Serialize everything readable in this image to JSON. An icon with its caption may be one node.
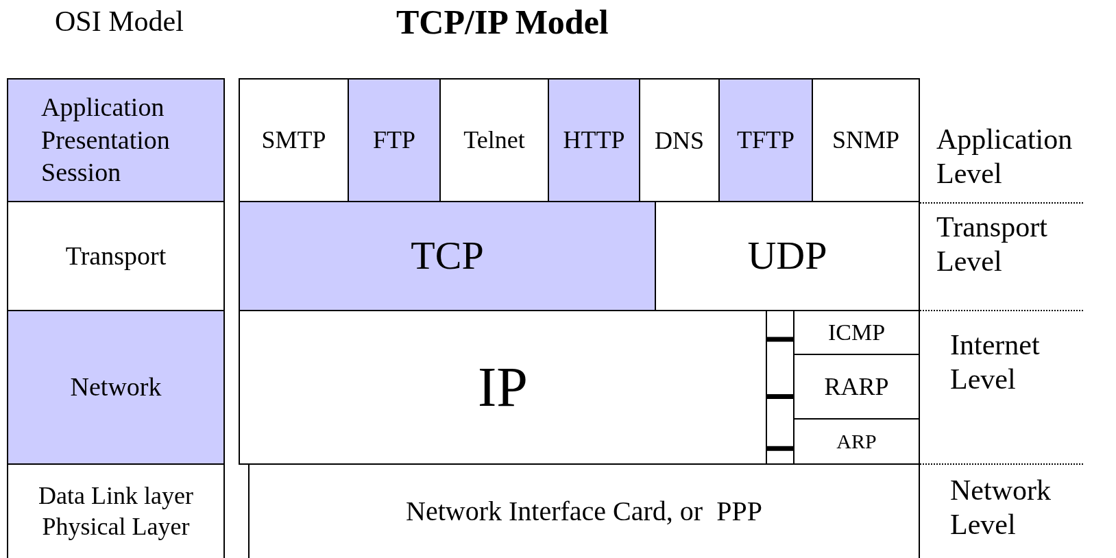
{
  "diagram": {
    "title": "TCP/IP Model",
    "nodes": [
      {
        "text": [
          "Application",
          "Presentation",
          "Session"
        ]
      },
      {
        "text": [
          "Transport"
        ]
      },
      {
        "text": [
          "Network"
        ]
      },
      {
        "text": [
          "Data Link layer",
          "Physical Layer"
        ]
      },
      {
        "text": [
          "SMTP"
        ]
      },
      {
        "text": [
          "FTP"
        ]
      },
      {
        "text": [
          "Telnet"
        ]
      },
      {
        "text": [
          "HTTP"
        ]
      },
      {
        "text": [
          "DNS"
        ]
      },
      {
        "text": [
          "TFTP"
        ]
      },
      {
        "text": [
          "SNMP"
        ]
      },
      {
        "text": [
          "TCP"
        ]
      },
      {
        "text": [
          "UDP"
        ]
      },
      {
        "text": [
          "IP"
        ]
      },
      {
        "text": [
          "ICMP"
        ]
      },
      {
        "text": [
          "RARP"
        ]
      },
      {
        "text": [
          "ARP"
        ]
      },
      {
        "text": [
          "Network Interface Card, or  PPP"
        ]
      }
    ],
    "edges": [
      {
        "from": 13,
        "to": 14,
        "arrow": "none"
      },
      {
        "from": 13,
        "to": 15,
        "arrow": "none"
      },
      {
        "from": 13,
        "to": 16,
        "arrow": "none"
      }
    ],
    "labels": [
      "OSI Model",
      "Application Level",
      "Transport Level",
      "Internet Level",
      "Network Level"
    ]
  }
}
